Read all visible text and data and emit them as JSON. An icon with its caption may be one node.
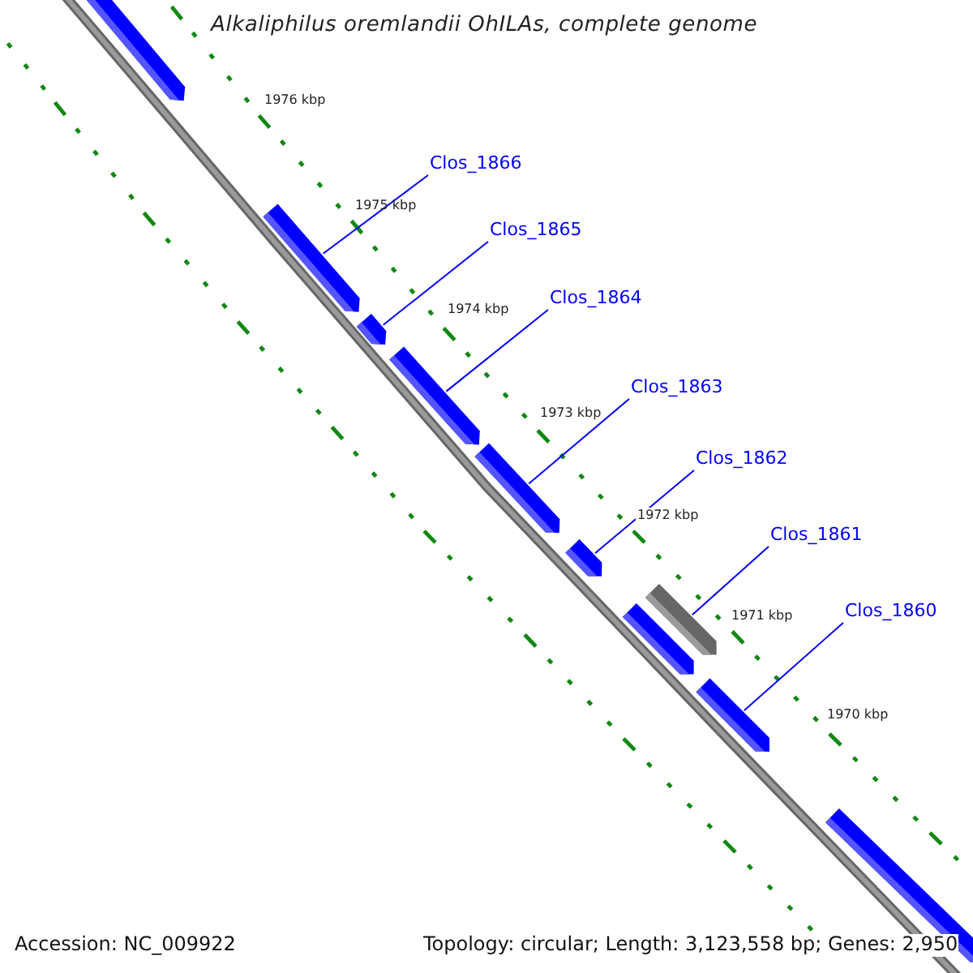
{
  "diagram": {
    "title": "Alkaliphilus oremlandii OhILAs, complete genome",
    "nodes": [
      {
        "text": [
          "Clos_1866"
        ]
      },
      {
        "text": [
          "Clos_1865"
        ]
      },
      {
        "text": [
          "Clos_1864"
        ]
      },
      {
        "text": [
          "Clos_1863"
        ]
      },
      {
        "text": [
          "Clos_1862"
        ]
      },
      {
        "text": [
          "Clos_1861"
        ]
      },
      {
        "text": [
          "Clos_1860"
        ]
      },
      {
        "text": [],
        "shape": "bar"
      },
      {
        "text": [],
        "shape": "bar"
      },
      {
        "text": [],
        "shape": "bar"
      },
      {
        "text": [],
        "shape": "bar"
      },
      {
        "text": [],
        "shape": "bar"
      },
      {
        "text": [],
        "shape": "bar"
      },
      {
        "text": [],
        "shape": "bar"
      },
      {
        "text": [],
        "shape": "bar"
      },
      {
        "text": [],
        "shape": "bar"
      },
      {
        "text": [],
        "shape": "bar"
      }
    ],
    "edges": [
      {
        "from": 0,
        "to": 8,
        "arrow": "none"
      },
      {
        "from": 1,
        "to": 9,
        "arrow": "none"
      },
      {
        "from": 2,
        "to": 10,
        "arrow": "none"
      },
      {
        "from": 3,
        "to": 11,
        "arrow": "none"
      },
      {
        "from": 4,
        "to": 12,
        "arrow": "none"
      },
      {
        "from": 5,
        "to": 13,
        "arrow": "none"
      },
      {
        "from": 6,
        "to": 15,
        "arrow": "none"
      }
    ],
    "labels": [
      "1976 kbp",
      "1975 kbp",
      "1974 kbp",
      "1973 kbp",
      "1972 kbp",
      "1971 kbp",
      "1970 kbp",
      "Accession: NC_009922",
      "Topology: circular; Length: 3,123,558 bp; Genes: 2,950"
    ]
  }
}
